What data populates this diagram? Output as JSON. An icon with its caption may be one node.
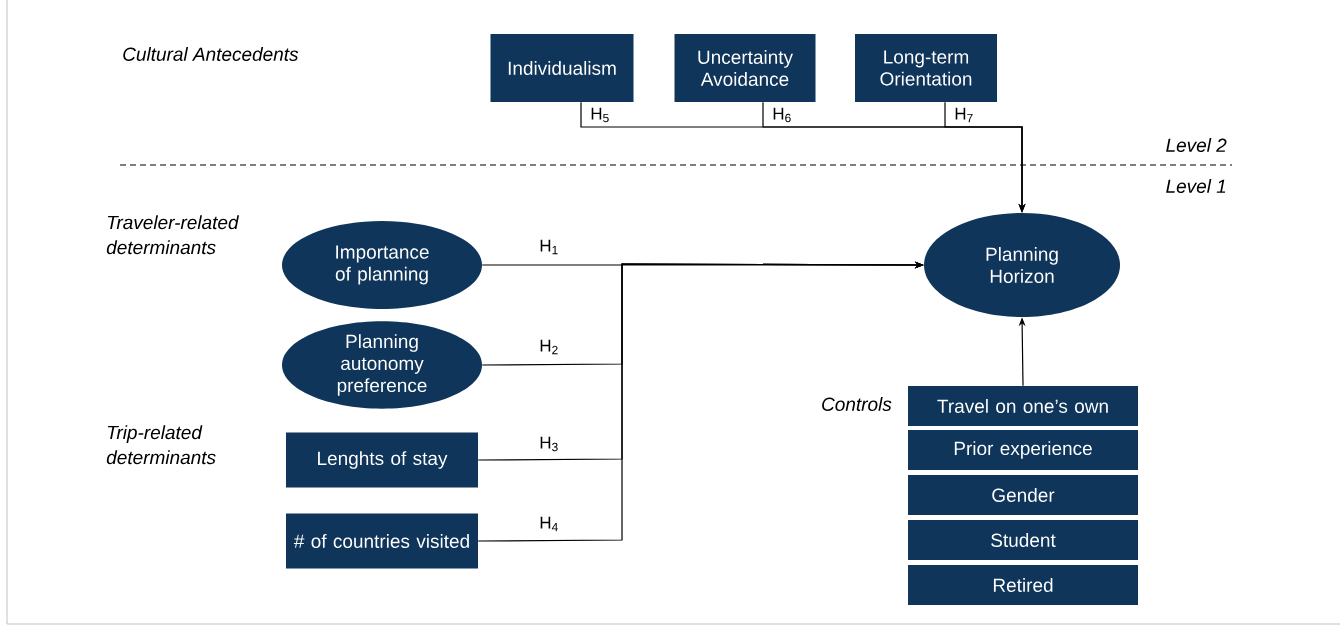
{
  "diagram": {
    "nodes": [
      {
        "text": [
          "Individualism"
        ]
      },
      {
        "text": [
          "Uncertainty Avoidance"
        ]
      },
      {
        "text": [
          "Long-term Orientation"
        ]
      },
      {
        "text": [
          "Importance of planning"
        ]
      },
      {
        "text": [
          "Planning autonomy preference"
        ]
      },
      {
        "text": [
          "Lenghts of stay"
        ]
      },
      {
        "text": [
          "# of countries visited"
        ]
      },
      {
        "text": [
          "Planning Horizon"
        ]
      },
      {
        "text": [
          "Travel on one’s own"
        ]
      },
      {
        "text": [
          "Prior experience"
        ]
      },
      {
        "text": [
          "Gender"
        ]
      },
      {
        "text": [
          "Student"
        ]
      },
      {
        "text": [
          "Retired"
        ]
      }
    ],
    "edges": [
      {
        "from": 0,
        "to": 7,
        "arrow": "to",
        "label": "H$_{5}$"
      },
      {
        "from": 1,
        "to": 7,
        "arrow": "to",
        "label": "H$_{6}$"
      },
      {
        "from": 2,
        "to": 7,
        "arrow": "to",
        "label": "H$_{7}$"
      },
      {
        "from": 3,
        "to": 7,
        "arrow": "to",
        "label": "H$_{1}$"
      },
      {
        "from": 4,
        "to": 7,
        "arrow": "to",
        "label": "H$_{2}$"
      },
      {
        "from": 5,
        "to": 7,
        "arrow": "to",
        "label": "H$_{3}$"
      },
      {
        "from": 6,
        "to": 7,
        "arrow": "to",
        "label": "H$_{4}$"
      },
      {
        "from": 8,
        "to": 7,
        "arrow": "to"
      }
    ],
    "labels": [
      "Cultural Antecedents",
      "Level 2",
      "Level 1",
      "Traveler-related determinants",
      "Trip-related determinants",
      "Controls"
    ]
  }
}
